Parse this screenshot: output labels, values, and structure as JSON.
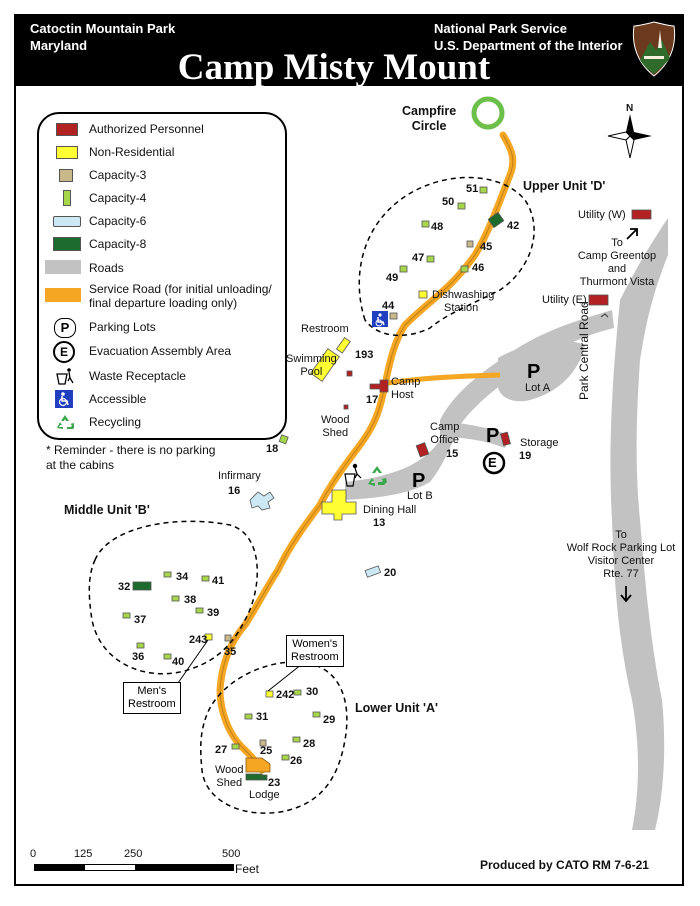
{
  "header": {
    "left_line1": "Catoctin Mountain Park",
    "left_line2": "Maryland",
    "right_line1": "National Park Service",
    "right_line2": "U.S. Department of the Interior",
    "title": "Camp Misty Mount"
  },
  "colors": {
    "authorized": "#b22222",
    "non_residential": "#ffff33",
    "capacity3": "#c8b88a",
    "capacity4": "#a6d64a",
    "capacity6": "#cce8f4",
    "capacity8": "#1e6b2e",
    "roads": "#c2c2c2",
    "service_road": "#f5a623",
    "campfire_ring": "#6cc04a",
    "recycling": "#3aa84a",
    "accessible": "#1f3fbf"
  },
  "legend": {
    "items": [
      {
        "label": "Authorized Personnel",
        "icon": "red-rect"
      },
      {
        "label": "Non-Residential",
        "icon": "yellow-rect"
      },
      {
        "label": "Capacity-3",
        "icon": "tan-rect"
      },
      {
        "label": "Capacity-4",
        "icon": "green-narrow-rect"
      },
      {
        "label": "Capacity-6",
        "icon": "blue-rect"
      },
      {
        "label": "Capacity-8",
        "icon": "dark-green-rect"
      },
      {
        "label": "Roads",
        "icon": "grey-band"
      },
      {
        "label": "Service Road (for initial unloading/",
        "label2": "final departure loading only)",
        "icon": "orange-band"
      },
      {
        "label": "Parking Lots",
        "icon": "parking-icon"
      },
      {
        "label": "Evacuation Assembly Area",
        "icon": "evacuation-icon"
      },
      {
        "label": "Waste Receptacle",
        "icon": "trash-icon"
      },
      {
        "label": "Accessible",
        "icon": "wheelchair-icon"
      },
      {
        "label": "Recycling",
        "icon": "recycle-icon"
      }
    ],
    "note_line1": "* Reminder - there is no parking",
    "note_line2": "at the cabins",
    "parking_symbol": "P",
    "evacuation_symbol": "E"
  },
  "places": {
    "campfire": [
      "Campfire",
      "Circle"
    ],
    "upper_unit": "Upper Unit 'D'",
    "middle_unit": "Middle Unit 'B'",
    "lower_unit": "Lower Unit 'A'",
    "utility_w": "Utility (W)",
    "utility_e": "Utility (E)",
    "to_greentop": [
      "To",
      "Camp Greentop",
      "and",
      "Thurmont Vista"
    ],
    "to_wolf_rock": [
      "To",
      "Wolf Rock Parking Lot",
      "Visitor Center",
      "Rte. 77"
    ],
    "park_central_road": "Park Central Road",
    "restroom": "Restroom",
    "swimming_pool": [
      "Swimming",
      "Pool"
    ],
    "camp_host": [
      "Camp",
      "Host"
    ],
    "wood_shed_upper": [
      "Wood",
      "Shed"
    ],
    "camp_office": [
      "Camp",
      "Office"
    ],
    "lot_a": "Lot A",
    "lot_b": "Lot B",
    "storage": "Storage",
    "infirmary": "Infirmary",
    "dining_hall": "Dining Hall",
    "dishwashing": [
      "Dishwashing",
      "Station"
    ],
    "mens_restroom": [
      "Men's",
      "Restroom"
    ],
    "womens_restroom": [
      "Women's",
      "Restroom"
    ],
    "wood_shed_lower": [
      "Wood",
      "Shed"
    ],
    "lodge": "Lodge"
  },
  "numbers": {
    "n51": "51",
    "n50": "50",
    "n42": "42",
    "n48": "48",
    "n45": "45",
    "n47": "47",
    "n46": "46",
    "n49": "49",
    "n44": "44",
    "n193": "193",
    "n17": "17",
    "n18": "18",
    "n15": "15",
    "n19": "19",
    "n16": "16",
    "n13": "13",
    "n20": "20",
    "n32": "32",
    "n34": "34",
    "n41": "41",
    "n38": "38",
    "n37": "37",
    "n39": "39",
    "n243": "243",
    "n35": "35",
    "n36": "36",
    "n40": "40",
    "n242": "242",
    "n30": "30",
    "n31": "31",
    "n29": "29",
    "n28": "28",
    "n27": "27",
    "n25": "25",
    "n26": "26",
    "n23": "23"
  },
  "north_label": "N",
  "scale": {
    "ticks": [
      "0",
      "125",
      "250",
      "500"
    ],
    "unit": "Feet"
  },
  "credit": "Produced by CATO RM 7-6-21"
}
